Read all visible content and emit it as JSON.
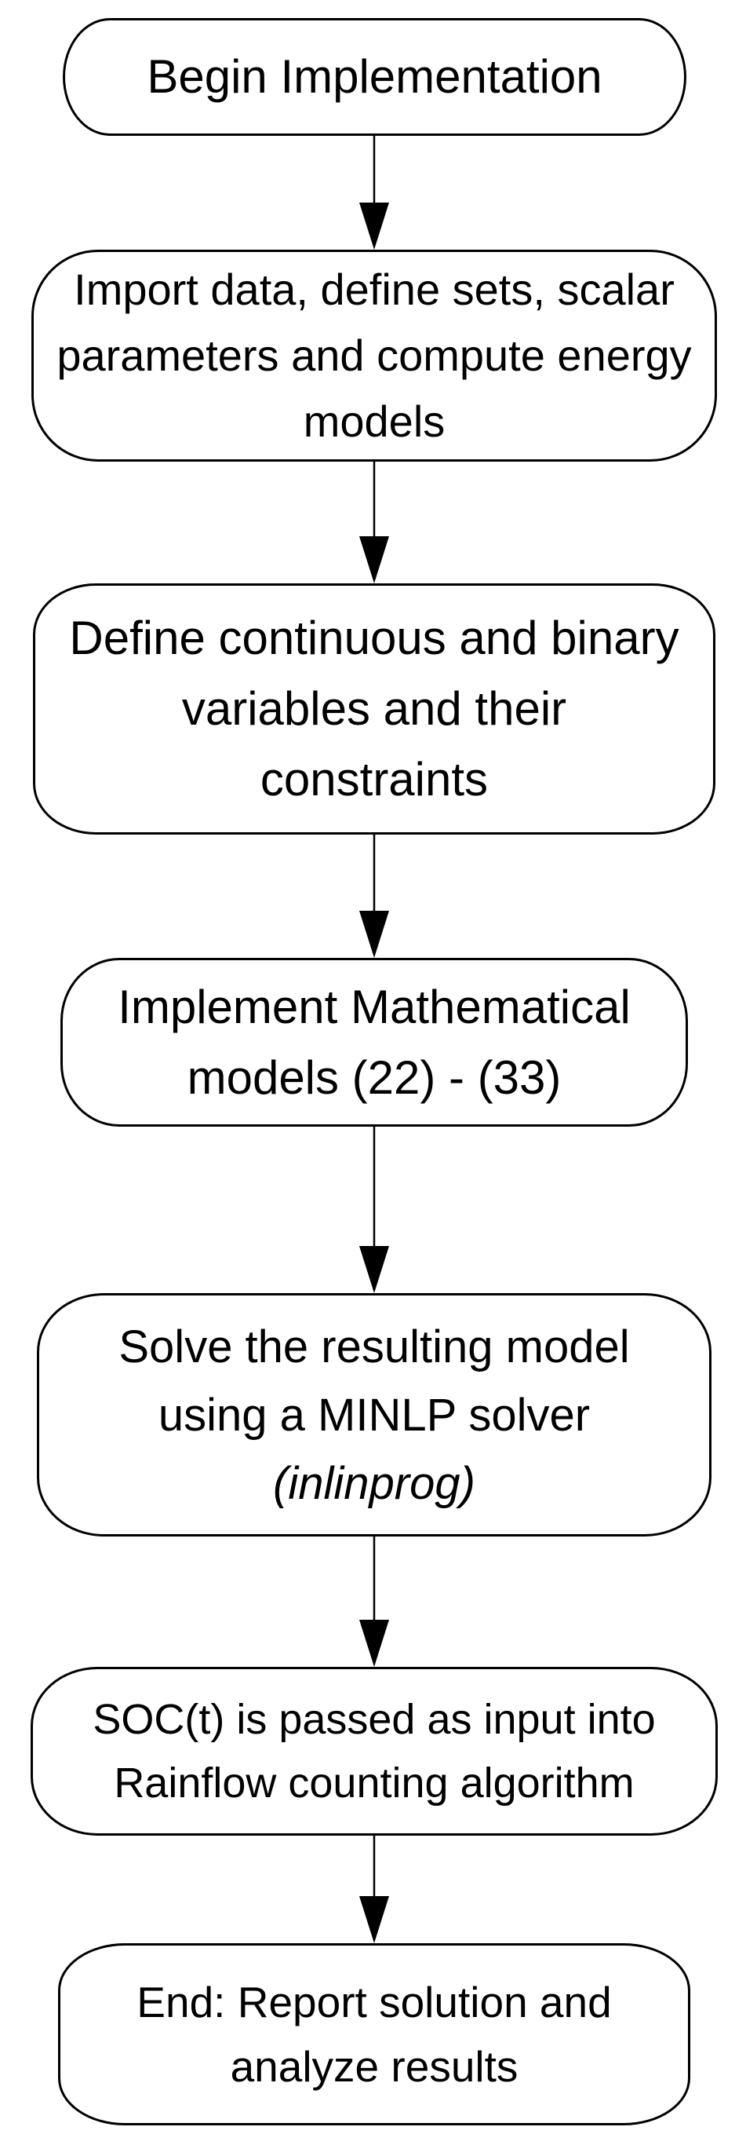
{
  "diagram": {
    "type": "flowchart",
    "direction": "top-down",
    "background_color": "#ffffff",
    "stroke_color": "#000000",
    "text_color": "#000000",
    "nodes": [
      {
        "id": "begin",
        "lines": [
          "Begin Implementation"
        ]
      },
      {
        "id": "import-data",
        "lines": [
          "Import data, define sets, scalar",
          "parameters and compute energy",
          "models"
        ]
      },
      {
        "id": "define-variables",
        "lines": [
          "Define continuous and binary",
          "variables and their",
          "constraints"
        ]
      },
      {
        "id": "implement-models",
        "lines": [
          "Implement Mathematical",
          "models (22) - (33)"
        ]
      },
      {
        "id": "solve-model",
        "lines": [
          "Solve the resulting model",
          "using a MINLP solver"
        ],
        "italic_line": "(inlinprog)"
      },
      {
        "id": "soc-rainflow",
        "lines": [
          "SOC(t) is passed as input into",
          "Rainflow counting algorithm"
        ]
      },
      {
        "id": "end",
        "lines": [
          "End: Report solution and",
          "analyze results"
        ]
      }
    ],
    "edges": [
      {
        "from": "begin",
        "to": "import-data"
      },
      {
        "from": "import-data",
        "to": "define-variables"
      },
      {
        "from": "define-variables",
        "to": "implement-models"
      },
      {
        "from": "implement-models",
        "to": "solve-model"
      },
      {
        "from": "solve-model",
        "to": "soc-rainflow"
      },
      {
        "from": "soc-rainflow",
        "to": "end"
      }
    ]
  }
}
